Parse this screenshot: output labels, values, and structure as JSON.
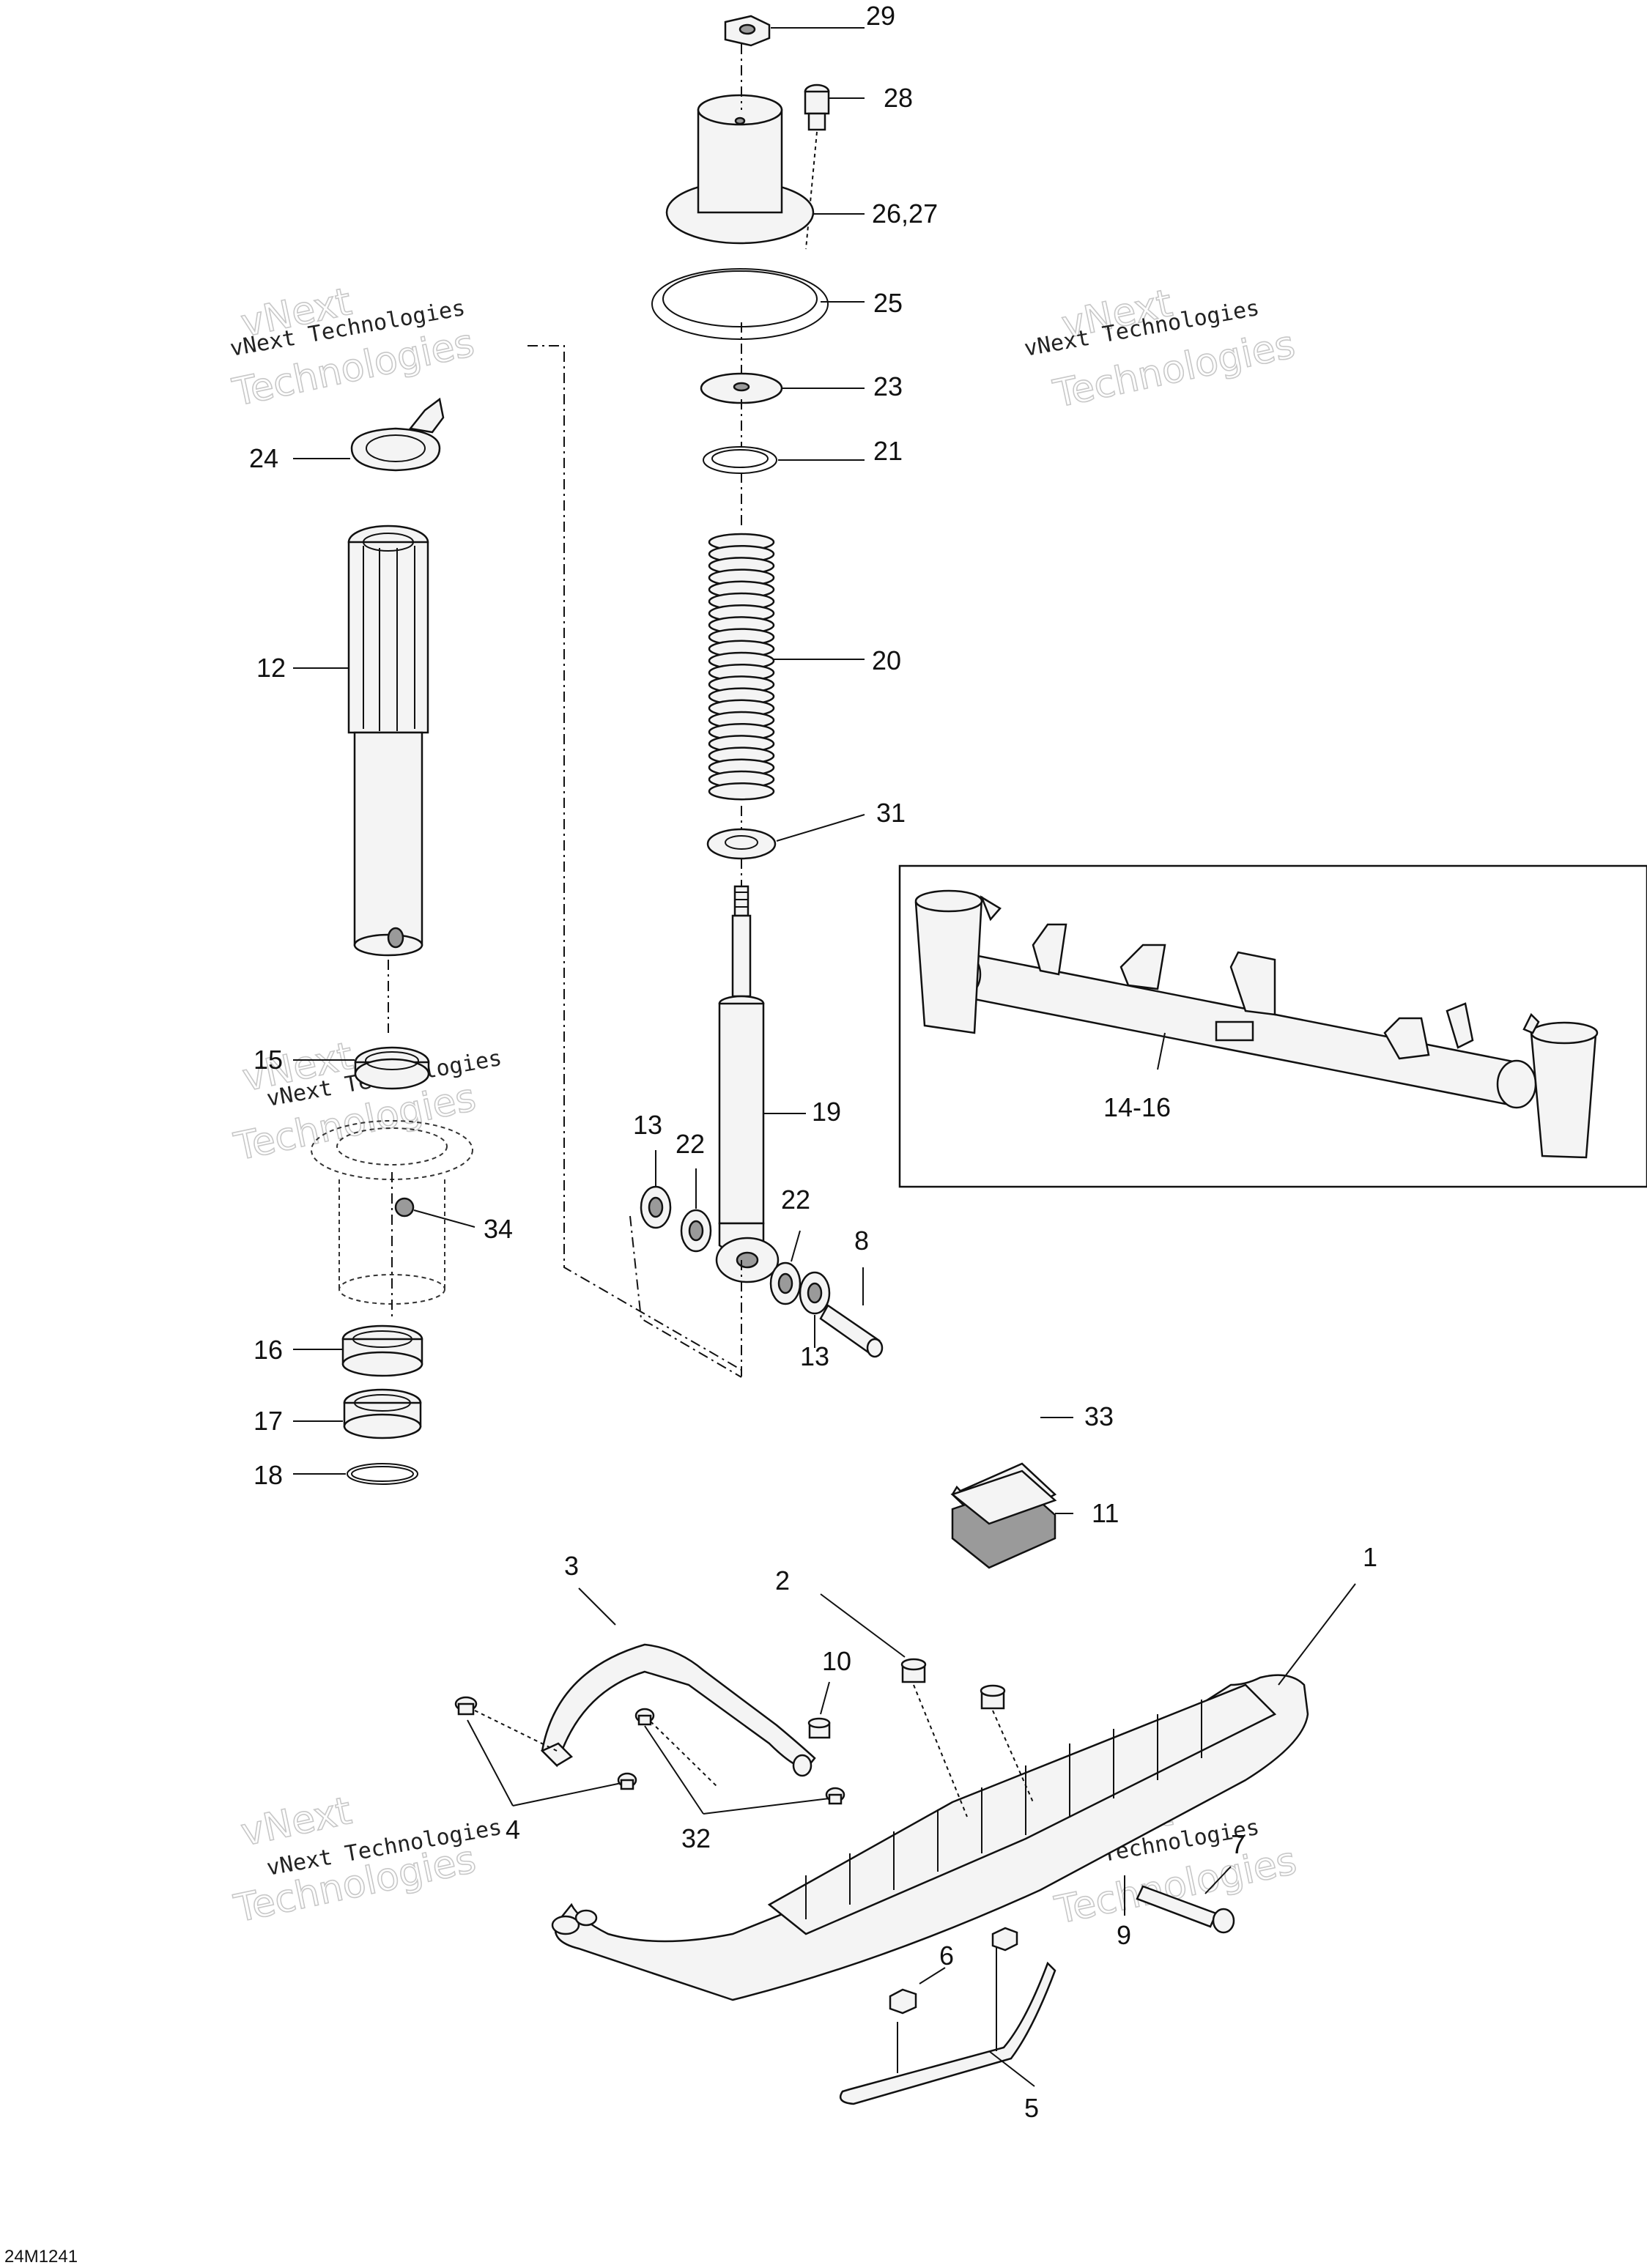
{
  "watermark": {
    "line1": "vNext Technologies",
    "line2": "vNext",
    "line3": "Technologies"
  },
  "diagram_code": "24M1241",
  "callouts": [
    {
      "id": "29",
      "label": "29"
    },
    {
      "id": "28",
      "label": "28"
    },
    {
      "id": "26-27",
      "label": "26,27"
    },
    {
      "id": "25",
      "label": "25"
    },
    {
      "id": "23",
      "label": "23"
    },
    {
      "id": "21",
      "label": "21"
    },
    {
      "id": "24",
      "label": "24"
    },
    {
      "id": "12",
      "label": "12"
    },
    {
      "id": "20",
      "label": "20"
    },
    {
      "id": "31",
      "label": "31"
    },
    {
      "id": "15",
      "label": "15"
    },
    {
      "id": "19",
      "label": "19"
    },
    {
      "id": "34",
      "label": "34"
    },
    {
      "id": "13a",
      "label": "13"
    },
    {
      "id": "22a",
      "label": "22"
    },
    {
      "id": "22b",
      "label": "22"
    },
    {
      "id": "8",
      "label": "8"
    },
    {
      "id": "13b",
      "label": "13"
    },
    {
      "id": "16",
      "label": "16"
    },
    {
      "id": "17",
      "label": "17"
    },
    {
      "id": "18",
      "label": "18"
    },
    {
      "id": "14-16",
      "label": "14-16"
    },
    {
      "id": "33",
      "label": "33"
    },
    {
      "id": "11",
      "label": "11"
    },
    {
      "id": "1",
      "label": "1"
    },
    {
      "id": "3",
      "label": "3"
    },
    {
      "id": "2",
      "label": "2"
    },
    {
      "id": "10",
      "label": "10"
    },
    {
      "id": "4",
      "label": "4"
    },
    {
      "id": "32",
      "label": "32"
    },
    {
      "id": "7",
      "label": "7"
    },
    {
      "id": "9",
      "label": "9"
    },
    {
      "id": "6",
      "label": "6"
    },
    {
      "id": "5",
      "label": "5"
    }
  ]
}
